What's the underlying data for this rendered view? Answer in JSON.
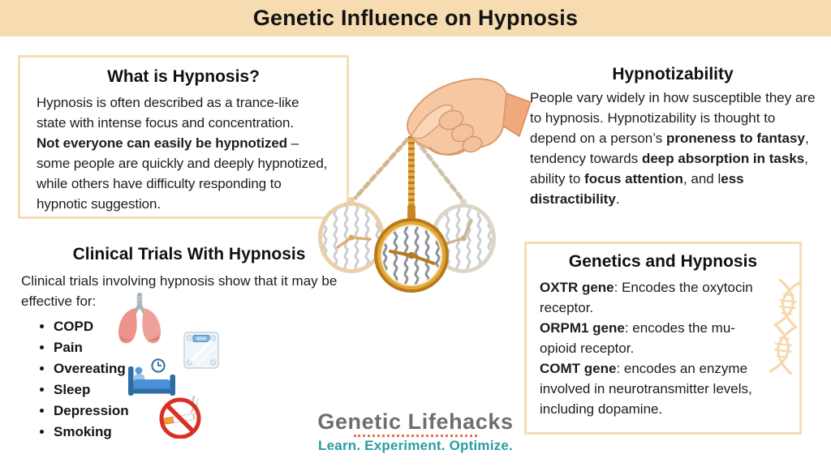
{
  "title": "Genetic Influence on Hypnosis",
  "colors": {
    "banner_bg": "#f7dcb2",
    "box_border": "#f7ddb5",
    "text": "#1d1d1d",
    "logo_gray": "#6d6e71",
    "logo_teal": "#2a9c9f",
    "logo_dots_orange": "#e8704a",
    "watch_gold": "#c9861f",
    "dna_tan": "#f6d9ae",
    "prohibition_red": "#d93025",
    "bed_blue": "#2d6da3",
    "lungs_pink": "#ee938c"
  },
  "what_is_hypnosis": {
    "heading": "What is Hypnosis?",
    "para1": "Hypnosis is often described as a trance-like state with intense focus and concentration.",
    "para2_segments": [
      {
        "text": "Not everyone can easily be hypnotized",
        "bold": true
      },
      {
        "text": " – some people are quickly and deeply hypnotized, while others have difficulty responding to hypnotic suggestion.",
        "bold": false
      }
    ]
  },
  "hypnotizability": {
    "heading": "Hypnotizability",
    "segments": [
      {
        "text": "People vary widely in how susceptible they are to hypnosis. Hypnotizability is thought to depend on a person’s ",
        "bold": false
      },
      {
        "text": "proneness to fantasy",
        "bold": true
      },
      {
        "text": ", tendency towards ",
        "bold": false
      },
      {
        "text": "deep absorption in tasks",
        "bold": true
      },
      {
        "text": ", ability to ",
        "bold": false
      },
      {
        "text": "focus attention",
        "bold": true
      },
      {
        "text": ", and l",
        "bold": false
      },
      {
        "text": "ess distractibility",
        "bold": true
      },
      {
        "text": ".",
        "bold": false
      }
    ]
  },
  "clinical": {
    "heading": "Clinical Trials With Hypnosis",
    "intro": "Clinical trials involving hypnosis show that it may be effective for:",
    "items": [
      "COPD",
      "Pain",
      "Overeating",
      "Sleep",
      "Depression",
      "Smoking"
    ]
  },
  "genetics": {
    "heading": "Genetics and Hypnosis",
    "entries": [
      {
        "gene": "OXTR gene",
        "desc": ": Encodes the oxytocin receptor."
      },
      {
        "gene": "ORPM1 gene",
        "desc": ": encodes the mu-opioid receptor."
      },
      {
        "gene": "COMT gene",
        "desc": ": encodes an enzyme involved in neurotransmitter levels, including dopamine."
      }
    ]
  },
  "logo": {
    "name": "Genetic Lifehacks",
    "tagline": "Learn. Experiment. Optimize."
  },
  "icons": [
    "hand-pendulum-illustration",
    "pocket-watch-icon",
    "lungs-icon",
    "scale-icon",
    "sleep-bed-icon",
    "clock-icon",
    "no-smoking-icon",
    "dna-icon"
  ]
}
